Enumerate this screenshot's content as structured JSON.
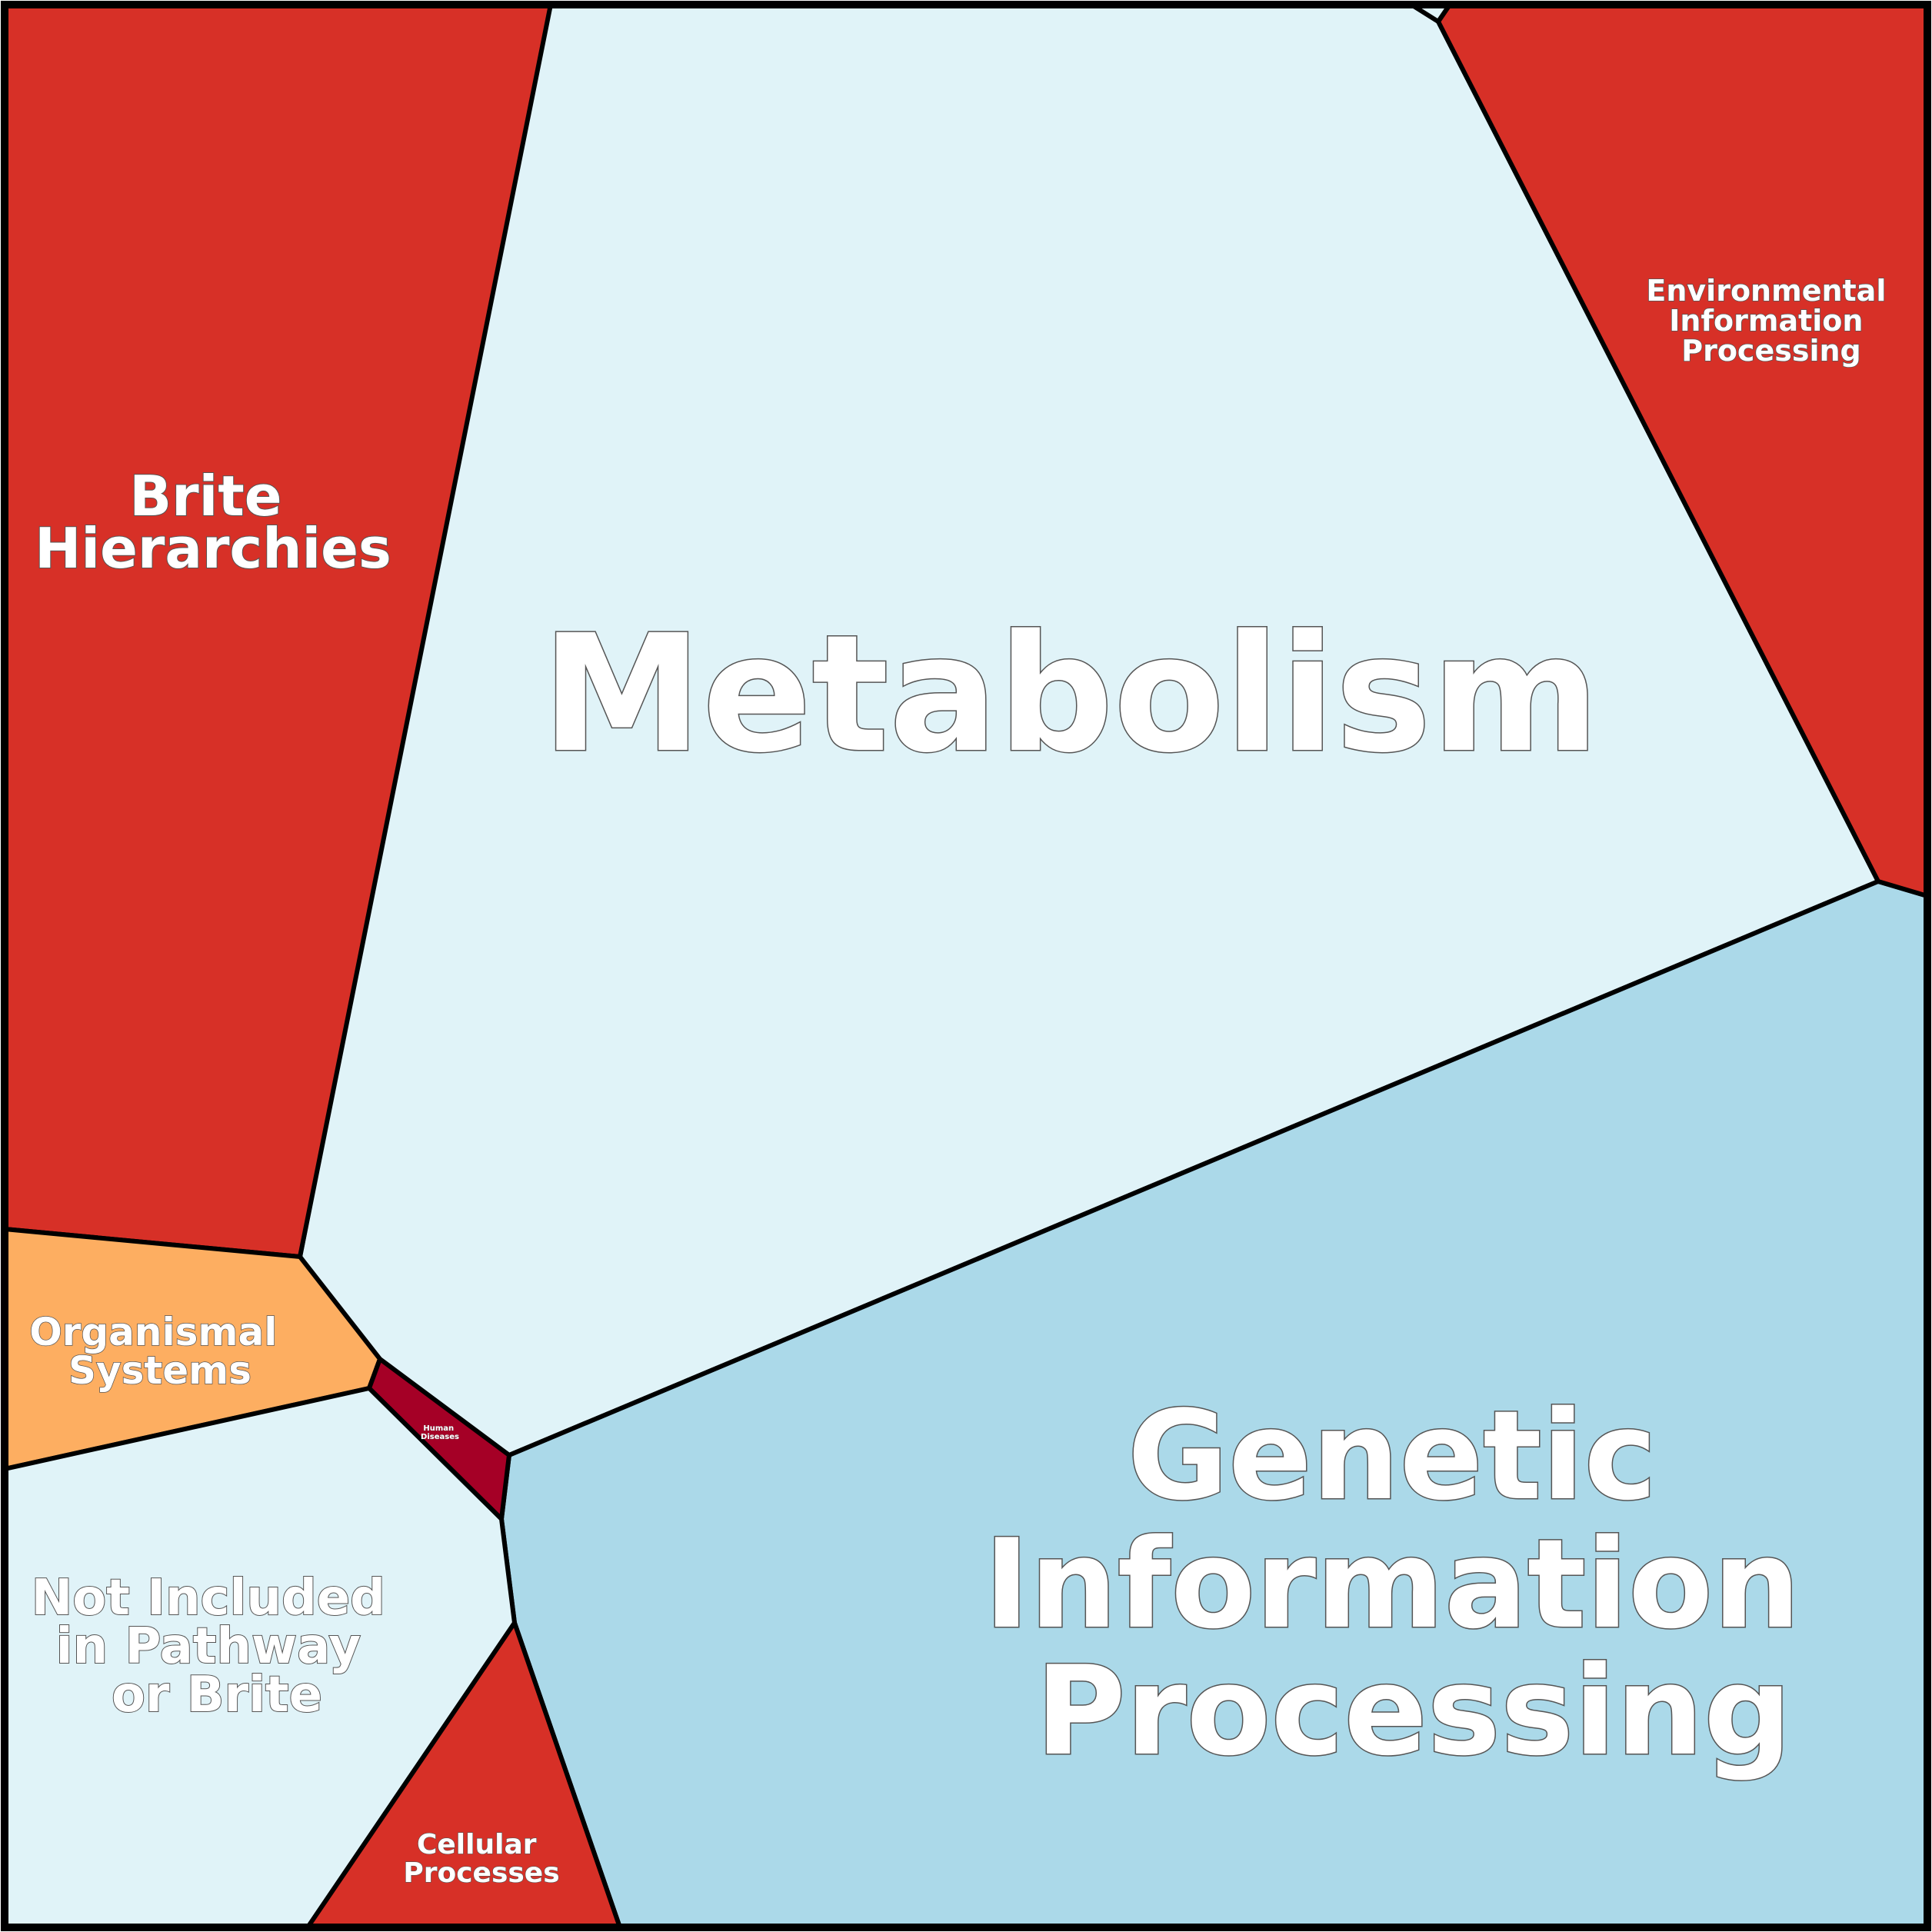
{
  "diagram": {
    "type": "voronoi-treemap",
    "colors": {
      "red": "#d73027",
      "dark_red": "#a50026",
      "orange": "#fdae61",
      "pale_blue": "#e0f3f8",
      "light_blue": "#abd9e9",
      "border": "#000000"
    },
    "cells": {
      "metabolism": {
        "lines": [
          "Metabolism"
        ]
      },
      "genetic": {
        "lines": [
          "Genetic",
          "Information",
          "Processing"
        ]
      },
      "brite": {
        "lines": [
          "Brite",
          "Hierarchies"
        ]
      },
      "environmental": {
        "lines": [
          "Environmental",
          "Information",
          "Processing"
        ]
      },
      "organismal": {
        "lines": [
          "Organismal",
          "Systems"
        ]
      },
      "not_included": {
        "lines": [
          "Not Included",
          "in Pathway",
          "or Brite"
        ]
      },
      "cellular": {
        "lines": [
          "Cellular",
          "Processes"
        ]
      },
      "human_diseases": {
        "lines": [
          "Human",
          "Diseases"
        ]
      }
    }
  }
}
